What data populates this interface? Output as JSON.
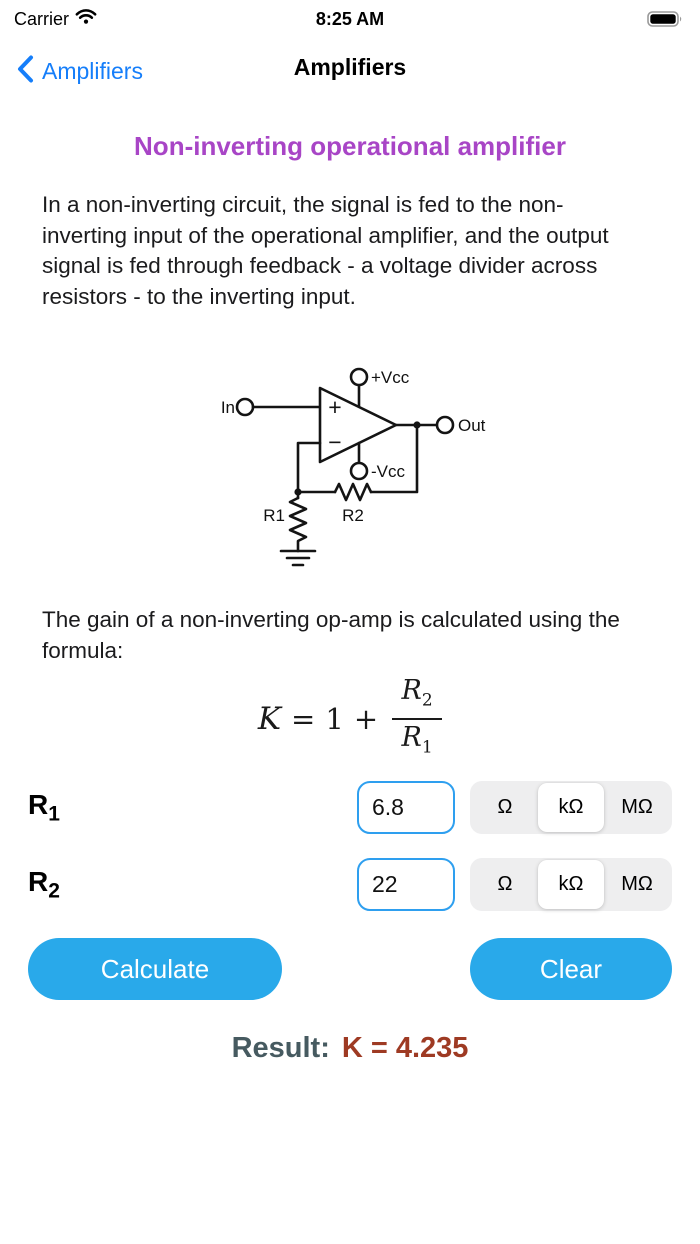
{
  "status_bar": {
    "carrier": "Carrier",
    "time": "8:25 AM"
  },
  "nav_bar": {
    "back_label": "Amplifiers",
    "title": "Amplifiers"
  },
  "article": {
    "heading": "Non-inverting operational amplifier",
    "description": "In a non-inverting circuit, the signal is fed to the non-inverting input of the operational amplifier, and the output signal is fed through feedback - a voltage divider across resistors - to the inverting input.",
    "formula_intro": "The gain of a non-inverting op-amp is calculated using the formula:"
  },
  "diagram": {
    "labels": {
      "input": "In",
      "output": "Out",
      "vcc_plus": "+Vcc",
      "vcc_minus": "-Vcc",
      "r1": "R1",
      "r2": "R2",
      "noninverting": "+",
      "inverting": "−"
    }
  },
  "formula": {
    "lhs": "K",
    "eq": "=",
    "one": "1",
    "plus": "+",
    "num_base": "R",
    "num_sub": "2",
    "den_base": "R",
    "den_sub": "1"
  },
  "inputs": {
    "r1": {
      "label_base": "R",
      "label_sub": "1",
      "value": "6.8",
      "units": [
        "Ω",
        "kΩ",
        "MΩ"
      ],
      "selected_unit": "kΩ",
      "selected_index": 1
    },
    "r2": {
      "label_base": "R",
      "label_sub": "2",
      "value": "22",
      "units": [
        "Ω",
        "kΩ",
        "MΩ"
      ],
      "selected_unit": "kΩ",
      "selected_index": 1
    }
  },
  "actions": {
    "calculate": "Calculate",
    "clear": "Clear"
  },
  "result": {
    "label": "Result:",
    "value": "K = 4.235"
  },
  "colors": {
    "nav_blue": "#157EFA",
    "heading_purple": "#A845C6",
    "button_blue": "#29A9EA",
    "input_border_blue": "#2E9FEF",
    "segmented_bg": "#EEEEEF",
    "result_label": "#465A60",
    "result_value": "#9E3A23"
  }
}
